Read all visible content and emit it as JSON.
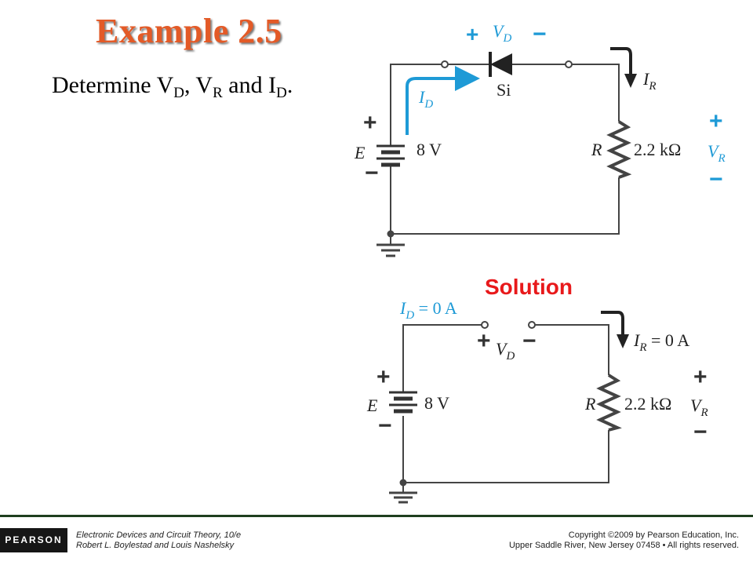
{
  "slide": {
    "title": "Example 2.5",
    "question": {
      "prefix": "Determine V",
      "sub1": "D",
      "sep1": ", V",
      "sub2": "R",
      "sep2": " and I",
      "sub3": "D",
      "end": "."
    },
    "solution_label": "Solution"
  },
  "circuit1": {
    "vd_plus": "+",
    "vd_label": "V",
    "vd_sub": "D",
    "vd_minus": "−",
    "id_label": "I",
    "id_sub": "D",
    "diode_material": "Si",
    "ir_label": "I",
    "ir_sub": "R",
    "batt_plus": "+",
    "batt_minus": "−",
    "source_name": "E",
    "source_value": "8 V",
    "res_name": "R",
    "res_value": "2.2 kΩ",
    "vr_plus": "+",
    "vr_label": "V",
    "vr_sub": "R",
    "vr_minus": "−"
  },
  "circuit2": {
    "id_label": "I",
    "id_sub": "D",
    "id_value": " = 0 A",
    "vd_plus": "+",
    "vd_label": "V",
    "vd_sub": "D",
    "vd_minus": "−",
    "ir_label": "I",
    "ir_sub": "R",
    "ir_value": " = 0 A",
    "batt_plus": "+",
    "batt_minus": "−",
    "source_name": "E",
    "source_value": "8 V",
    "res_name": "R",
    "res_value": "2.2 kΩ",
    "vr_plus": "+",
    "vr_label": "V",
    "vr_sub": "R",
    "vr_minus": "−"
  },
  "footer": {
    "publisher": "PEARSON",
    "book_line1": "Electronic Devices and Circuit Theory, 10/e",
    "book_line2": "Robert L. Boylestad and Louis Nashelsky",
    "copyright_line1": "Copyright ©2009 by Pearson Education, Inc.",
    "copyright_line2": "Upper Saddle River, New Jersey 07458 • All rights reserved."
  },
  "colors": {
    "title": "#e35a27",
    "accent_blue": "#1e9ad6",
    "solution_red": "#e8191b",
    "wire": "#444444"
  }
}
